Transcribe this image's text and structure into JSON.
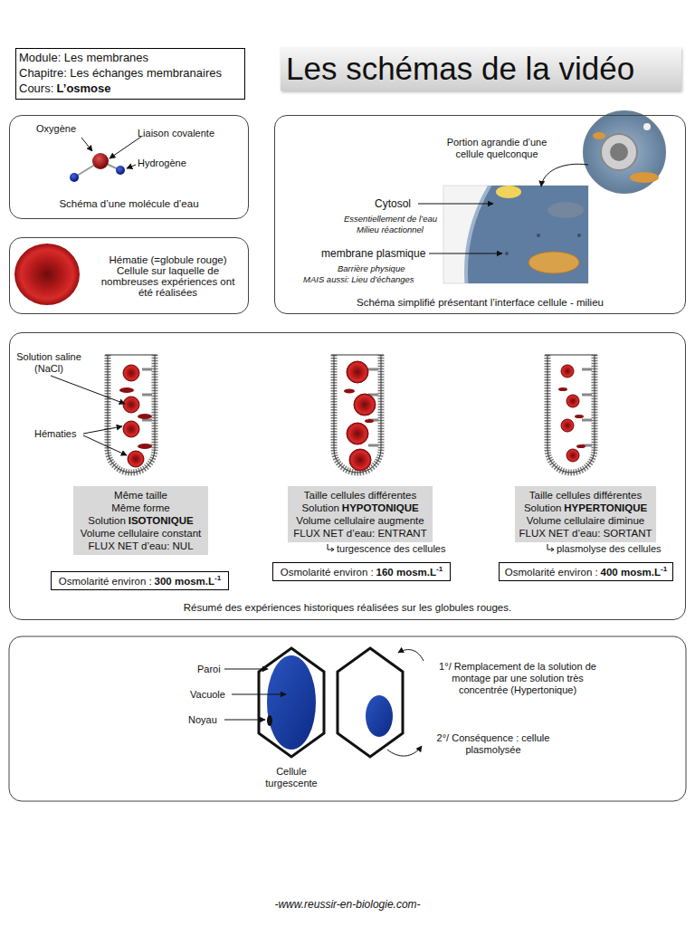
{
  "diagram": {
    "title": "Les schémas de la vidéo",
    "nodes": [
      {
        "text": [
          "Module: Les membranes",
          "Chapitre: Les échanges membranaires",
          "Cours:",
          "L’osmose"
        ]
      },
      {
        "text": [
          "Schéma d’une molécule d’eau"
        ]
      },
      {
        "text": [
          "Schéma simplifié présentant l’interface cellule - milieu"
        ]
      },
      {
        "text": [
          "Hématie (=globule rouge)",
          "Cellule sur laquelle de nombreuses expériences ont été réalisées"
        ]
      },
      {
        "text": [
          "Résumé des expériences historiques réalisées sur les globules rouges."
        ]
      },
      {
        "text": [
          "Même taille",
          "Même forme",
          "Solution",
          "ISOTONIQUE",
          "Volume cellulaire constant",
          "FLUX NET d’eau: NUL"
        ],
        "in": 4
      },
      {
        "text": [
          "Osmolarité environ :",
          "300 mosm.L",
          "-1"
        ],
        "in": 4
      },
      {
        "text": [
          "Taille cellules différentes",
          "Solution",
          "HYPOTONIQUE",
          "Volume cellulaire augmente",
          "FLUX NET d’eau: ENTRANT"
        ],
        "in": 4
      },
      {
        "text": [
          "Osmolarité environ :",
          "160 mosm.L",
          "-1"
        ],
        "in": 4
      },
      {
        "text": [
          "Taille cellules différentes",
          "Solution",
          "HYPERTONIQUE",
          "Volume cellulaire diminue",
          "FLUX NET d’eau: SORTANT"
        ],
        "in": 4
      },
      {
        "text": [
          "Osmolarité environ :",
          "400 mosm.L",
          "-1"
        ],
        "in": 4
      }
    ],
    "labels": [
      "Oxygène",
      "Liaison covalente",
      "Hydrogène",
      "Portion agrandie d’une cellule quelconque",
      "Cytosol",
      "Essentiellement de l’eau",
      "Milieu réactionnel",
      "membrane plasmique",
      "Barrière physique",
      "MAIS aussi: Lieu d’échanges",
      "Solution saline (NaCl)",
      "Hématies",
      "turgescence des cellules",
      "plasmolyse des cellules",
      "Paroi",
      "Vacuole",
      "Noyau",
      "Cellule turgescente",
      "1°/ Remplacement de la solution de montage par une solution très concentrée (Hypertonique)",
      "2°/ Conséquence : cellule plasmolysée",
      "-www.reussir-en-biologie.com-"
    ]
  }
}
